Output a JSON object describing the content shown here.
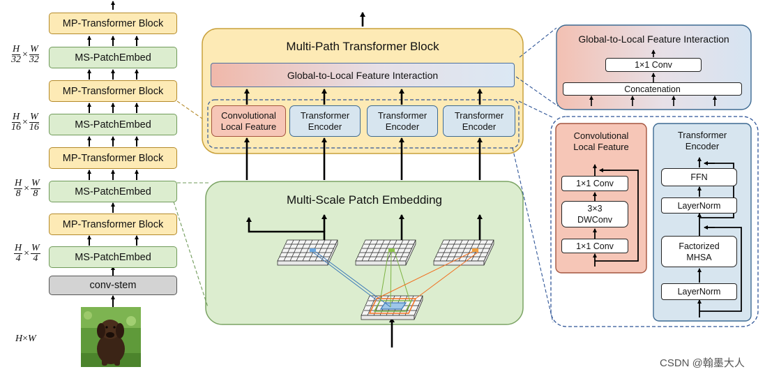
{
  "left_column": {
    "blocks": [
      {
        "label": "MP-Transformer Block",
        "kind": "mp"
      },
      {
        "label": "MS-PatchEmbed",
        "kind": "ms"
      },
      {
        "label": "MP-Transformer Block",
        "kind": "mp"
      },
      {
        "label": "MS-PatchEmbed",
        "kind": "ms"
      },
      {
        "label": "MP-Transformer Block",
        "kind": "mp"
      },
      {
        "label": "MS-PatchEmbed",
        "kind": "ms"
      },
      {
        "label": "MP-Transformer Block",
        "kind": "mp"
      },
      {
        "label": "MS-PatchEmbed",
        "kind": "ms"
      },
      {
        "label": "conv-stem",
        "kind": "stem"
      }
    ],
    "scales": [
      {
        "num_h": "H",
        "den_h": "32",
        "num_w": "W",
        "den_w": "32"
      },
      {
        "num_h": "H",
        "den_h": "16",
        "num_w": "W",
        "den_w": "16"
      },
      {
        "num_h": "H",
        "den_h": "8",
        "num_w": "W",
        "den_w": "8"
      },
      {
        "num_h": "H",
        "den_h": "4",
        "num_w": "W",
        "den_w": "4"
      }
    ],
    "input_size": {
      "h": "H",
      "x": "×",
      "w": "W"
    }
  },
  "mp_block": {
    "title": "Multi-Path Transformer Block",
    "interaction": "Global-to-Local Feature Interaction",
    "paths": [
      "Convolutional\nLocal Feature",
      "Transformer\nEncoder",
      "Transformer\nEncoder",
      "Transformer\nEncoder"
    ]
  },
  "ms_block": {
    "title": "Multi-Scale Patch Embedding"
  },
  "detail_interaction": {
    "title": "Global-to-Local Feature Interaction",
    "conv": "1×1 Conv",
    "concat": "Concatenation"
  },
  "detail_conv_local": {
    "title": "Convolutional\nLocal Feature",
    "ops": [
      "1×1  Conv",
      "3×3\nDWConv",
      "1×1 Conv"
    ]
  },
  "detail_transformer": {
    "title": "Transformer\nEncoder",
    "ops": [
      "FFN",
      "LayerNorm",
      "Factorized\nMHSA",
      "LayerNorm"
    ]
  },
  "watermark": "CSDN @翰墨大人",
  "colors": {
    "mp_fill": "#fdeab5",
    "ms_fill": "#dcedcf",
    "conv_fill": "#f6c6b7",
    "encoder_fill": "#d7e5ef",
    "dashed_blue": "#2f5597"
  }
}
